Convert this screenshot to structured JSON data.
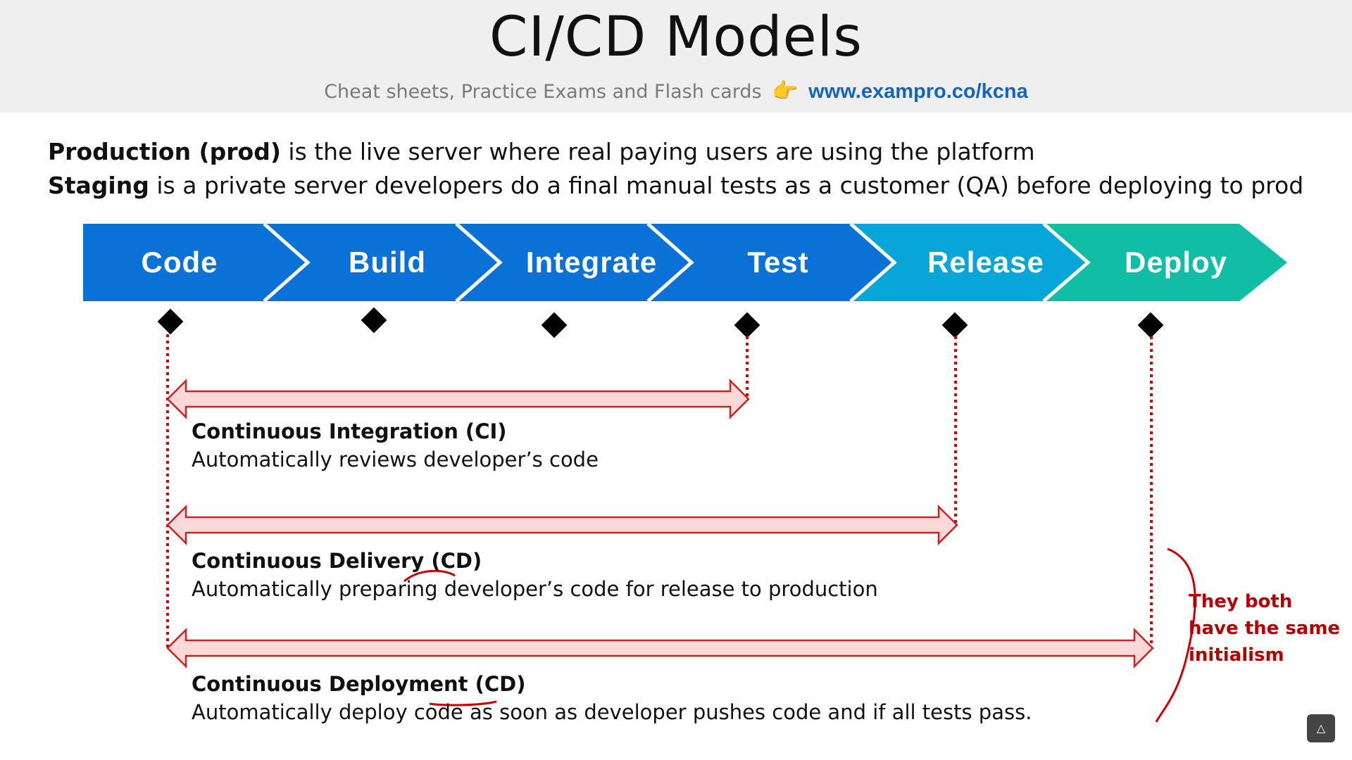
{
  "header": {
    "title": "CI/CD Models",
    "subtitle": "Cheat sheets, Practice Exams and Flash cards",
    "pointer_glyph": "👉",
    "link": "www.exampro.co/kcna"
  },
  "definitions": [
    {
      "term": "Production (prod)",
      "text": " is the live server where real paying users are using the platform"
    },
    {
      "term": "Staging",
      "text": " is a private server developers do a final manual tests as a customer (QA) before deploying to prod"
    }
  ],
  "pipeline": {
    "stages": [
      "Code",
      "Build",
      "Integrate",
      "Test",
      "Release",
      "Deploy"
    ],
    "colors": [
      "#0a72d6",
      "#0a72d6",
      "#0a72d6",
      "#0a72d6",
      "#08a6d8",
      "#12bda6"
    ]
  },
  "models": [
    {
      "name_main": "Continuous Integration (CI)",
      "name_abbr": "",
      "description": "Automatically reviews developer’s code",
      "span_from": "Code",
      "span_to": "Test"
    },
    {
      "name_main": "Continuous Delivery ",
      "name_abbr": "(CD)",
      "description": "Automatically preparing developer’s code for release to production",
      "span_from": "Code",
      "span_to": "Release"
    },
    {
      "name_main": "Continuous Deployment ",
      "name_abbr": "(CD)",
      "description": "Automatically deploy code as soon as developer pushes code and if all tests pass.",
      "span_from": "Code",
      "span_to": "Deploy"
    }
  ],
  "annotation": {
    "lines": [
      "They both",
      "have the same",
      "initialism"
    ],
    "color": "#b30000"
  }
}
